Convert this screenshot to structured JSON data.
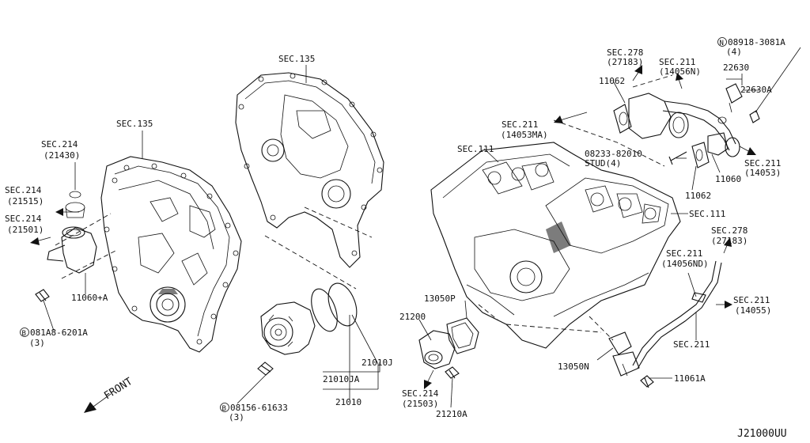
{
  "diagram": {
    "code": "J21000UU",
    "labels": {
      "sec135_left": "SEC.135",
      "sec135_top": "SEC.135",
      "sec214_21430": "SEC.214",
      "code_21430": "(21430)",
      "sec214_21515": "SEC.214",
      "code_21515": "(21515)",
      "sec214_21501": "SEC.214",
      "code_21501": "(21501)",
      "p11060A": "11060+A",
      "p081A8": "081A8-6201A",
      "p081A8_qty": "(3)",
      "p08156": "08156-61633",
      "p08156_qty": "(3)",
      "p21010J": "21010J",
      "p21010JA": "21010JA",
      "p21010": "21010",
      "p21200": "21200",
      "p13050P": "13050P",
      "sec214_21503": "SEC.214",
      "code_21503": "(21503)",
      "p21210A": "21210A",
      "p13050N": "13050N",
      "p11061A": "11061A",
      "sec211_right": "SEC.211",
      "sec211_14055": "SEC.211",
      "code_14055": "(14055)",
      "sec211_14056ND": "SEC.211",
      "code_14056ND": "(14056ND)",
      "sec278_b": "SEC.278",
      "code_27183_b": "(27183)",
      "sec111_mid": "SEC.111",
      "sec111_right": "SEC.111",
      "sec211_14053MA": "SEC.211",
      "code_14053MA": "(14053MA)",
      "p08233": "08233-82010",
      "stud": "STUD(4)",
      "p11062_bottom": "11062",
      "p11062_top": "11062",
      "p11060": "11060",
      "sec211_14053": "SEC.211",
      "code_14053": "(14053)",
      "sec278_t": "SEC.278",
      "code_27183_t": "(27183)",
      "sec211_14056N": "SEC.211",
      "code_14056N": "(14056N)",
      "p08918": "08918-3081A",
      "p08918_qty": "(4)",
      "p22630": "22630",
      "p22630A": "22630A",
      "front": "FRONT",
      "circle_B": "B",
      "circle_N": "N"
    }
  }
}
